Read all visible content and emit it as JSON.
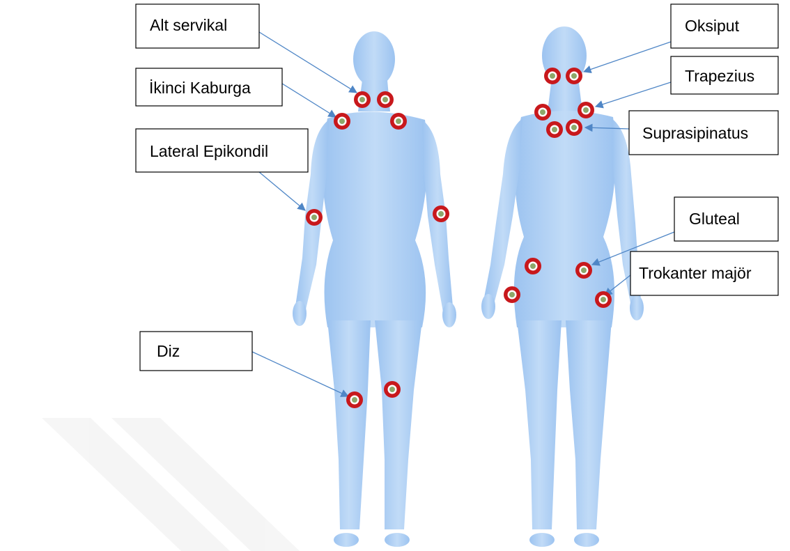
{
  "diagram": {
    "figure_colors": {
      "body": "#a9cdf4",
      "body_light": "#c4ddf8",
      "body_dark": "#8fb8e8",
      "watermark": "#f2f2f2"
    },
    "marker_colors": {
      "ring": "#c8181c",
      "center": "#8da86a"
    },
    "arrow_color": "#4f86c6",
    "labels": {
      "alt_servikal": "Alt servikal",
      "ikinci_kaburga": "İkinci Kaburga",
      "lateral_epikondil": "Lateral Epikondil",
      "diz": "Diz",
      "oksiput": "Oksiput",
      "trapezius": "Trapezius",
      "suprasipinatus": "Suprasipinatus",
      "gluteal": "Gluteal",
      "trokanter_major": "Trokanter majör"
    }
  }
}
